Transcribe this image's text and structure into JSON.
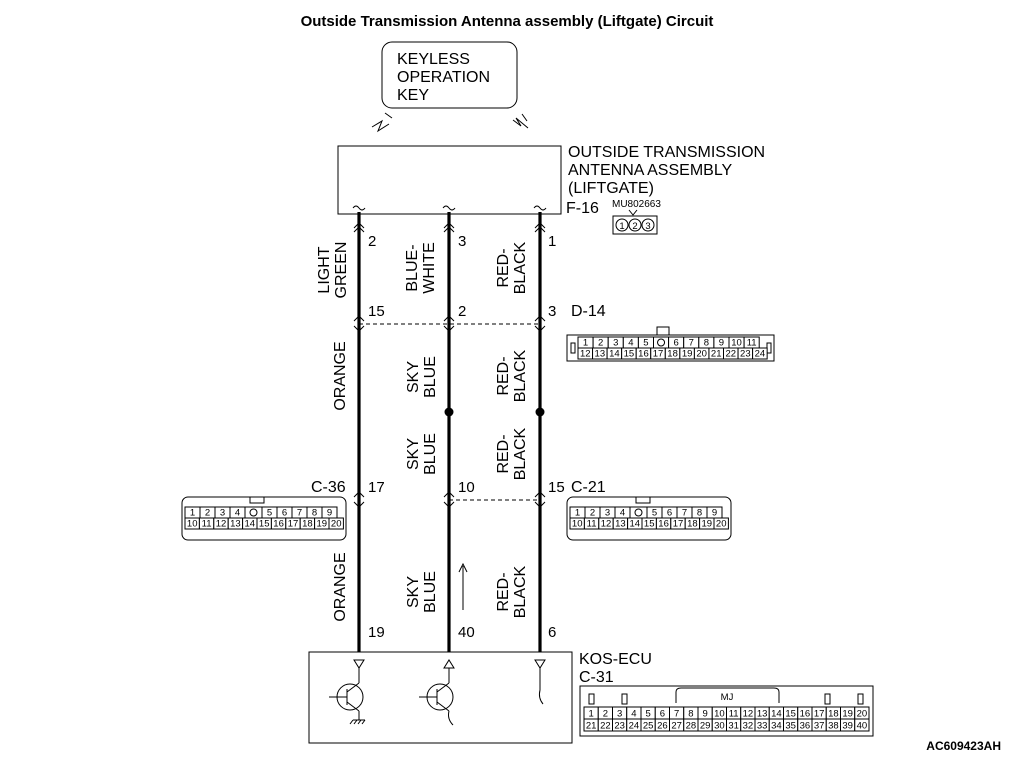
{
  "title": "Outside Transmission Antenna assembly (Liftgate) Circuit",
  "figure_code": "AC609423AH",
  "key_box": {
    "lines": [
      "KEYLESS",
      "OPERATION",
      "KEY"
    ]
  },
  "antenna": {
    "lines": [
      "OUTSIDE TRANSMISSION",
      "ANTENNA ASSEMBLY",
      "(LIFTGATE)"
    ],
    "connector_id": "F-16",
    "part_number": "MU802663",
    "pins": [
      "1",
      "2",
      "3"
    ]
  },
  "wire_colors": {
    "w1_top": [
      "LIGHT",
      "GREEN"
    ],
    "w2_top": [
      "BLUE-",
      "WHITE"
    ],
    "w3_top": [
      "RED-",
      "BLACK"
    ],
    "w1_mid": "ORANGE",
    "w2_mid": [
      "SKY",
      "BLUE"
    ],
    "w3_mid": [
      "RED-",
      "BLACK"
    ],
    "w2_mid2": [
      "SKY",
      "BLUE"
    ],
    "w3_mid2": [
      "RED-",
      "BLACK"
    ],
    "w1_low": "ORANGE",
    "w2_low": [
      "SKY",
      "BLUE"
    ],
    "w3_low": [
      "RED-",
      "BLACK"
    ]
  },
  "pins": {
    "f16": [
      "2",
      "3",
      "1"
    ],
    "d14": [
      "15",
      "2",
      "3"
    ],
    "c36": "17",
    "c21_a": "10",
    "c21_b": "15",
    "ecu": [
      "19",
      "40",
      "6"
    ]
  },
  "d14": {
    "id": "D-14",
    "row1": [
      "1",
      "2",
      "3",
      "4",
      "5",
      "",
      "6",
      "7",
      "8",
      "9",
      "10",
      "11"
    ],
    "row2": [
      "12",
      "13",
      "14",
      "15",
      "16",
      "17",
      "18",
      "19",
      "20",
      "21",
      "22",
      "23",
      "24"
    ]
  },
  "c36": {
    "id": "C-36",
    "row1": [
      "1",
      "2",
      "3",
      "4",
      "",
      "5",
      "6",
      "7",
      "8",
      "9"
    ],
    "row2": [
      "10",
      "11",
      "12",
      "13",
      "14",
      "15",
      "16",
      "17",
      "18",
      "19",
      "20"
    ]
  },
  "c21": {
    "id": "C-21",
    "row1": [
      "1",
      "2",
      "3",
      "4",
      "",
      "5",
      "6",
      "7",
      "8",
      "9"
    ],
    "row2": [
      "10",
      "11",
      "12",
      "13",
      "14",
      "15",
      "16",
      "17",
      "18",
      "19",
      "20"
    ]
  },
  "ecu": {
    "lines": [
      "KOS-ECU",
      "C-31"
    ],
    "connector_tag": "MJ",
    "row1": [
      "1",
      "2",
      "3",
      "4",
      "5",
      "6",
      "7",
      "8",
      "9",
      "10",
      "11",
      "12",
      "13",
      "14",
      "15",
      "16",
      "17",
      "18",
      "19",
      "20"
    ],
    "row2": [
      "21",
      "22",
      "23",
      "24",
      "25",
      "26",
      "27",
      "28",
      "29",
      "30",
      "31",
      "32",
      "33",
      "34",
      "35",
      "36",
      "37",
      "38",
      "39",
      "40"
    ]
  }
}
